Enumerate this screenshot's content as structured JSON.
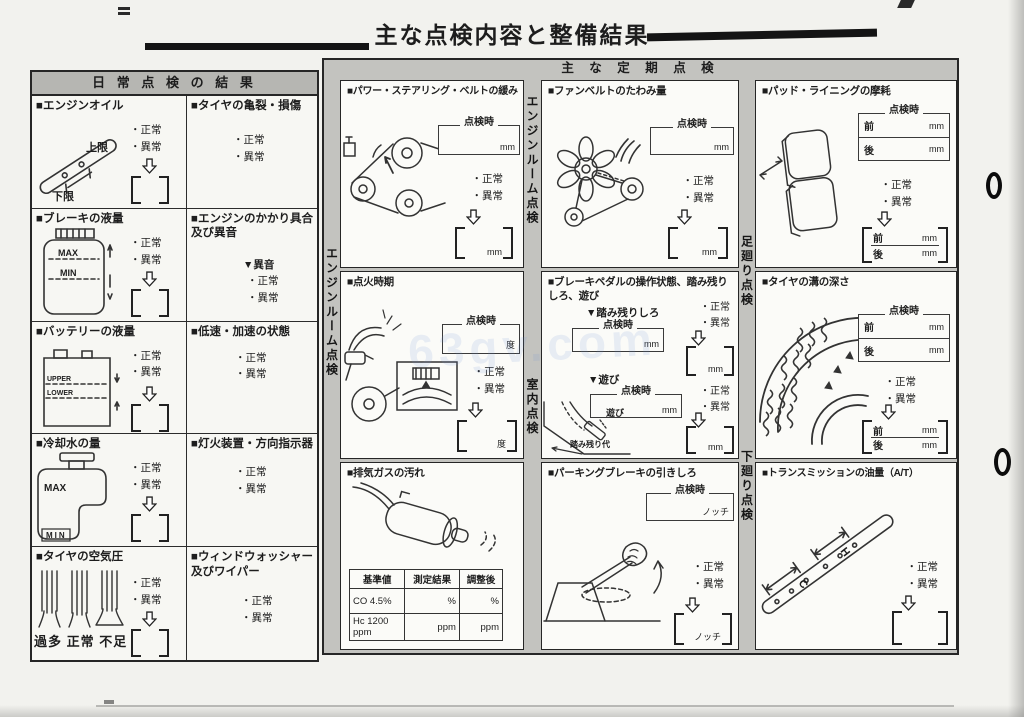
{
  "page": {
    "title": "主な点検内容と整備結果",
    "watermark": "63gv.com"
  },
  "common": {
    "normal": "・正常",
    "abnormal": "・異常",
    "check_time": "点検時",
    "mm": "mm",
    "deg": "度",
    "notch": "ノッチ",
    "front": "前",
    "rear": "後"
  },
  "daily": {
    "header": "日 常 点 検 の 結 果",
    "engine_oil": {
      "title": "■エンジンオイル",
      "upper": "上限",
      "lower": "下限"
    },
    "tire_damage": {
      "title": "■タイヤの亀裂・損傷"
    },
    "brake_fluid": {
      "title": "■ブレーキの液量",
      "max": "MAX",
      "min": "MIN"
    },
    "engine_start": {
      "title": "■エンジンのかかり具合\n及び異音",
      "noise": "▼異音"
    },
    "battery": {
      "title": "■バッテリーの液量",
      "upper": "UPPER",
      "lower": "LOWER"
    },
    "speed": {
      "title": "■低速・加速の状態"
    },
    "coolant": {
      "title": "■冷却水の量",
      "max": "MAX",
      "min": "MIN"
    },
    "lights": {
      "title": "■灯火装置・方向指示器"
    },
    "tire_pressure": {
      "title": "■タイヤの空気圧",
      "labels": "過多 正常 不足"
    },
    "washer": {
      "title": "■ウィンドウォッシャー\n及びワイパー"
    }
  },
  "periodic": {
    "header": "主 な 定 期 点 検",
    "strip_engine_room": "エンジンルーム点検",
    "strip_cabin": "室内点検",
    "strip_suspension": "足廻り点検",
    "strip_underbody": "下廻り点検",
    "ps_belt": {
      "title": "■パワー・ステアリング・ベルトの緩み"
    },
    "ignition": {
      "title": "■点火時期"
    },
    "exhaust": {
      "title": "■排気ガスの汚れ",
      "headers": [
        "基準値",
        "測定結果",
        "調整後"
      ],
      "rows": [
        [
          "CO 4.5%",
          "%",
          "%"
        ],
        [
          "Hc 1200\nppm",
          "ppm",
          "ppm"
        ]
      ]
    },
    "fan_belt": {
      "title": "■ファンベルトのたわみ量"
    },
    "brake_pedal": {
      "title": "■ブレーキペダルの操作状態、踏み残りしろ、遊び",
      "reserve": "▼踏み残りしろ",
      "play": "▼遊び",
      "play_note": "遊び",
      "reserve_note": "踏み残り代"
    },
    "parking_brake": {
      "title": "■パーキングブレーキの引きしろ"
    },
    "pad_lining": {
      "title": "■パッド・ライニングの摩耗"
    },
    "tire_groove": {
      "title": "■タイヤの溝の深さ"
    },
    "transmission": {
      "title": "■トランスミッションの油量（A/T）",
      "c": "C",
      "h": "H"
    }
  }
}
